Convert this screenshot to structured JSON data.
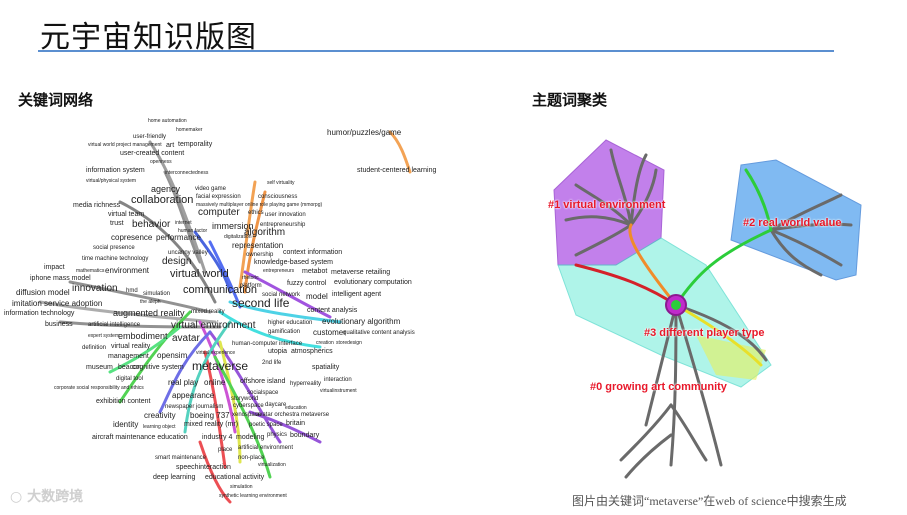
{
  "slide": {
    "title": "元宇宙知识版图",
    "left_heading": "关键词网络",
    "right_heading": "主题词聚类",
    "caption": "图片由关键词“metaverse”在web of science中搜索生成",
    "watermark": "大数跨境",
    "accent_color": "#5b8fd0"
  },
  "keyword_network": {
    "keywords": [
      "home automation",
      "homemaker",
      "user-friendly",
      "virtual world project management",
      "art",
      "temporality",
      "user-created content",
      "openness",
      "information system",
      "interconnectedness",
      "virtual/physical system",
      "agency",
      "video game",
      "facial expression",
      "collaboration",
      "media richness",
      "massively multiplayer online role playing game (mmorpg)",
      "consciousness",
      "self virtuality",
      "virtual team",
      "user innovation",
      "ethics",
      "computer",
      "trust",
      "internet",
      "entrepreneurship",
      "human factor",
      "immersion",
      "algorithm",
      "behavior",
      "copresence",
      "performance",
      "digitalization",
      "representation",
      "social presence",
      "ownership",
      "context information",
      "uncanny valley",
      "time machine technology",
      "design",
      "knowledge-based system",
      "impact",
      "mathematics",
      "environment",
      "metabot",
      "metaverse retailing",
      "virtual world",
      "iphone mass model",
      "rhetoric",
      "entrepreneurs",
      "platform",
      "fuzzy control",
      "evolutionary computation",
      "innovation",
      "diffusion model",
      "communication",
      "intelligent agent",
      "model",
      "hmd",
      "simulation",
      "social network",
      "second life",
      "imitation service adoption",
      "the aleph",
      "information technology",
      "augmented reality",
      "mixed reality",
      "content analysis",
      "evolutionary algorithm",
      "business",
      "artificial intelligence",
      "higher education",
      "gamification",
      "virtual environment",
      "qualitative content analysis",
      "customer",
      "expert system",
      "embodiment",
      "avatar",
      "human-computer interface",
      "creation",
      "storedesign",
      "definition",
      "virtual reality",
      "utopia",
      "atmospherics",
      "management",
      "opensim",
      "virtual experience",
      "museum",
      "beacon",
      "cognitive system",
      "metaverse",
      "2nd life",
      "spatiality",
      "digital tool",
      "real play",
      "online",
      "offshore island",
      "hyperreality",
      "interaction",
      "corporate social responsibility and ethics",
      "virtualinstrument",
      "appearance",
      "socialspace",
      "exhibition content",
      "storyworld",
      "newspaper journalism",
      "cyberspace",
      "daycare",
      "education",
      "creativity",
      "boeing 737",
      "xenospace",
      "avatar orchestra metaverse",
      "identity",
      "learning object",
      "mixed reality (mr)",
      "poetic space",
      "britain",
      "aircraft maintenance education",
      "industry 4",
      "modeling",
      "physics",
      "boundary",
      "artificial environment",
      "smart maintenance",
      "place",
      "non-place",
      "speechinteraction",
      "virtualization",
      "deep learning",
      "educational activity",
      "simulation",
      "synthetic learning environment",
      "humor/puzzles/game",
      "student-centered learning"
    ]
  },
  "topic_clusters": {
    "clusters": [
      {
        "label": "#1 virtual environment",
        "color": "#a64ad8"
      },
      {
        "label": "#2 real world value",
        "color": "#4a9ee8"
      },
      {
        "label": "#3 different player type",
        "color": "#3ee8c8"
      },
      {
        "label": "#0 growing art community",
        "color": "#c8f04a"
      }
    ]
  }
}
